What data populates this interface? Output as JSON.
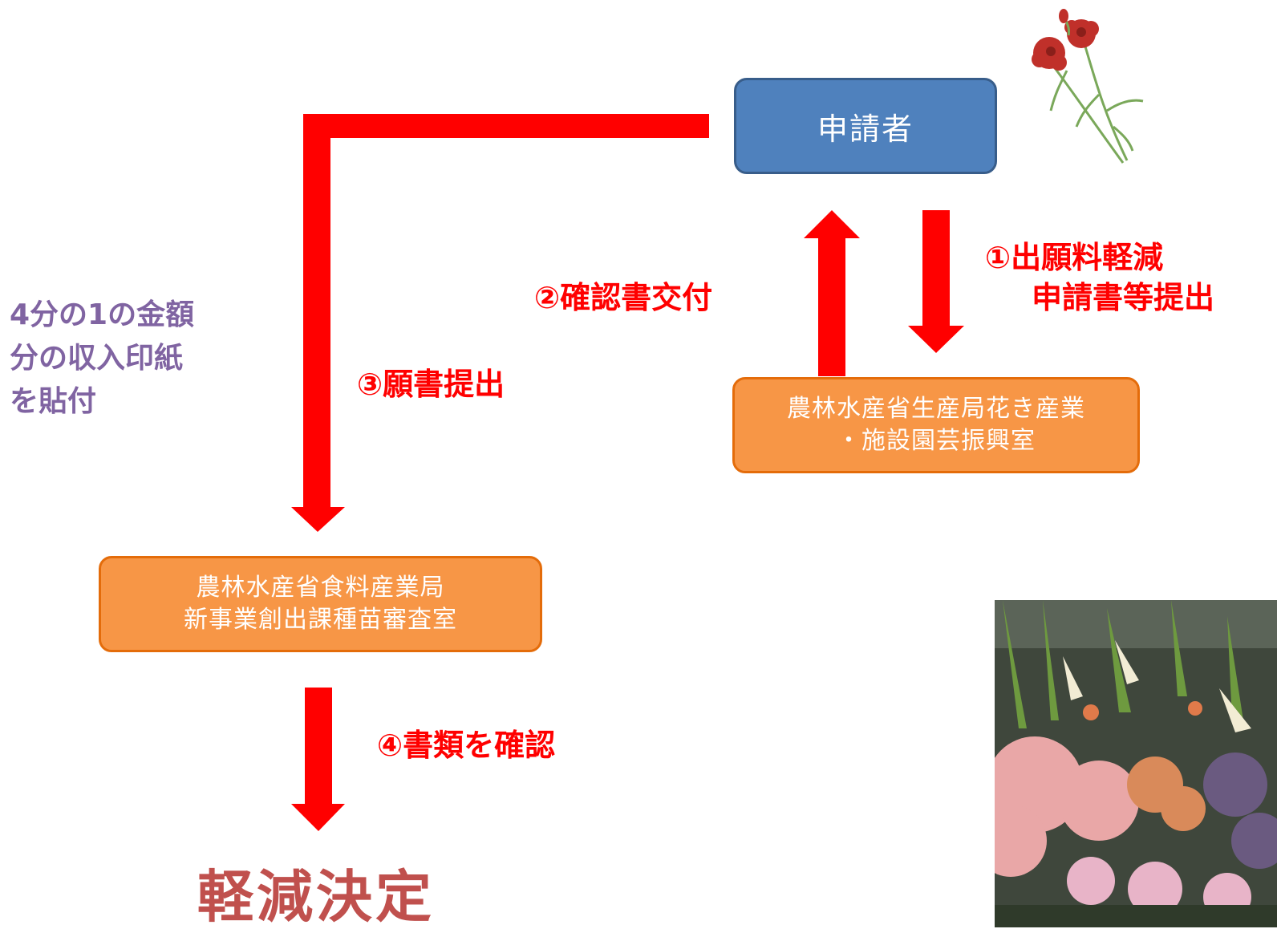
{
  "applicant": "申請者",
  "office_horticulture": [
    "農林水産省生産局花き産業",
    "・施設園芸振興室"
  ],
  "office_seeds": [
    "農林水産省食料産業局",
    "新事業創出課種苗審査室"
  ],
  "steps": {
    "step1": [
      "①出願料軽減",
      "申請書等提出"
    ],
    "step2": "②確認書交付",
    "step3": "③願書提出",
    "step4": "④書類を確認"
  },
  "note": [
    "4分の1の金額",
    "分の収入印紙",
    "を貼付"
  ],
  "result": "軽減決定",
  "colors": {
    "arrow": "#ff0000",
    "applicant_box": "#4f81bd",
    "office_box": "#f79646",
    "note_text": "#8064a2",
    "result_text": "#c0504d"
  }
}
